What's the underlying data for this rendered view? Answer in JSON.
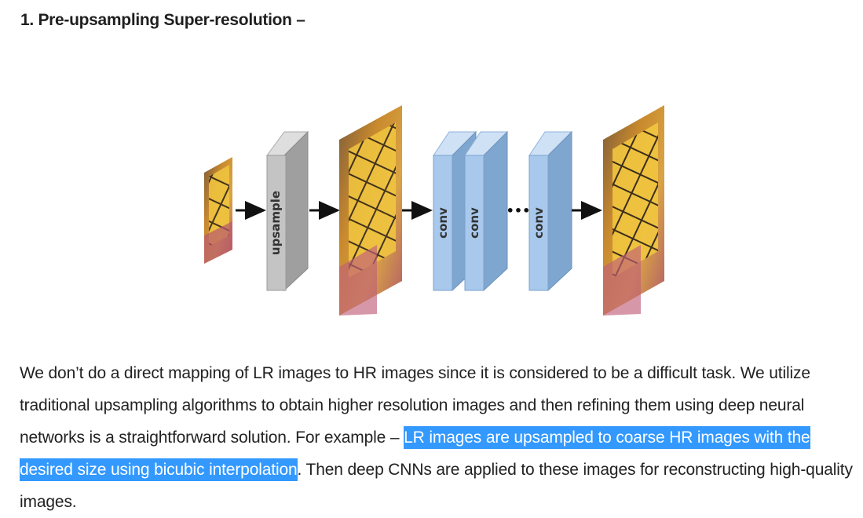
{
  "heading": "1. Pre-upsampling Super-resolution –",
  "diagram": {
    "upsample_label": "upsample",
    "conv_label": "conv",
    "ellipsis": "•••",
    "colors": {
      "upsample_block": "#c4c4c4",
      "conv_block": "#a8c8ec",
      "arrow": "#111111"
    }
  },
  "paragraph": {
    "before": "We don’t do a direct mapping of LR images to HR images since it is considered to be a difficult task. We utilize traditional upsampling algorithms to obtain higher resolution images and then refining them using deep neural networks is a straightforward solution. For example – ",
    "highlight": "LR images are upsampled to coarse HR images with the desired size using bicubic interpolation",
    "after": ". Then deep CNNs are applied to these images for reconstructing high-quality images.",
    "highlight_color": "#3399ff"
  }
}
